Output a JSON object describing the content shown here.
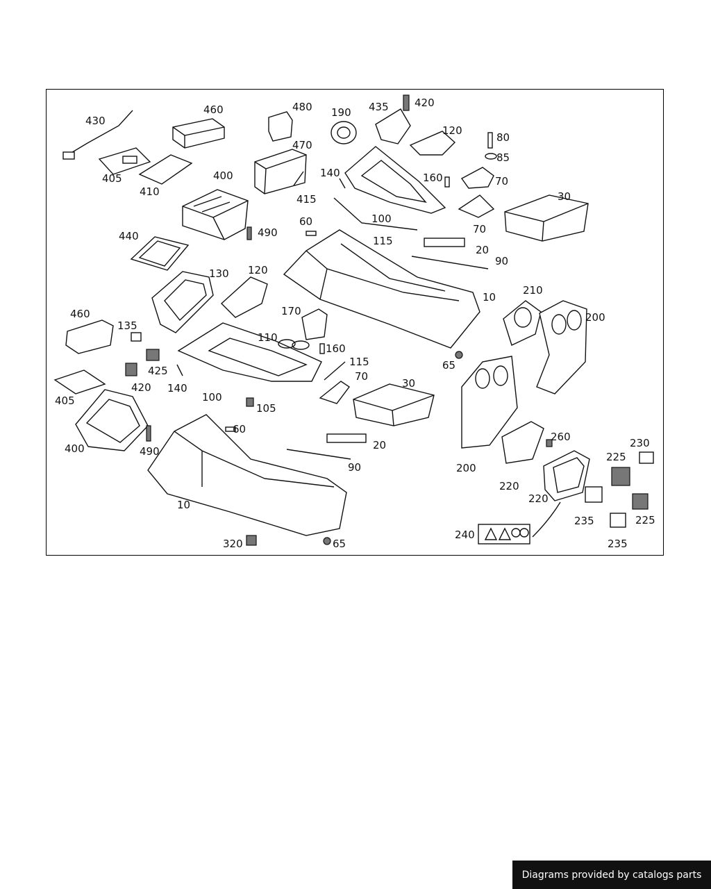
{
  "diagram": {
    "callouts": {
      "c430": "430",
      "c460a": "460",
      "c480": "480",
      "c190": "190",
      "c435": "435",
      "c420a": "420",
      "c120a": "120",
      "c80": "80",
      "c85": "85",
      "c470": "470",
      "c405a": "405",
      "c410": "410",
      "c400a": "400",
      "c140a": "140",
      "c415": "415",
      "c160a": "160",
      "c70a": "70",
      "c30a": "30",
      "c490a": "490",
      "c60a": "60",
      "c100a": "100",
      "c115a": "115",
      "c70b": "70",
      "c440": "440",
      "c20a": "20",
      "c90a": "90",
      "c130": "130",
      "c120b": "120",
      "c10a": "10",
      "c210": "210",
      "c200a": "200",
      "c460b": "460",
      "c135": "135",
      "c170": "170",
      "c110": "110",
      "c160b": "160",
      "c115b": "115",
      "c65a": "65",
      "c425": "425",
      "c420b": "420",
      "c140b": "140",
      "c70c": "70",
      "c100b": "100",
      "c30b": "30",
      "c405b": "405",
      "c105": "105",
      "c60b": "60",
      "c400b": "400",
      "c490b": "490",
      "c20b": "20",
      "c260": "260",
      "c230": "230",
      "c90b": "90",
      "c200b": "200",
      "c225a": "225",
      "c220a": "220",
      "c220b": "220",
      "c10b": "10",
      "c240": "240",
      "c235a": "235",
      "c225b": "225",
      "c320": "320",
      "c65b": "65",
      "c235b": "235"
    }
  },
  "footer": {
    "text": "Diagrams provided by catalogs parts"
  }
}
